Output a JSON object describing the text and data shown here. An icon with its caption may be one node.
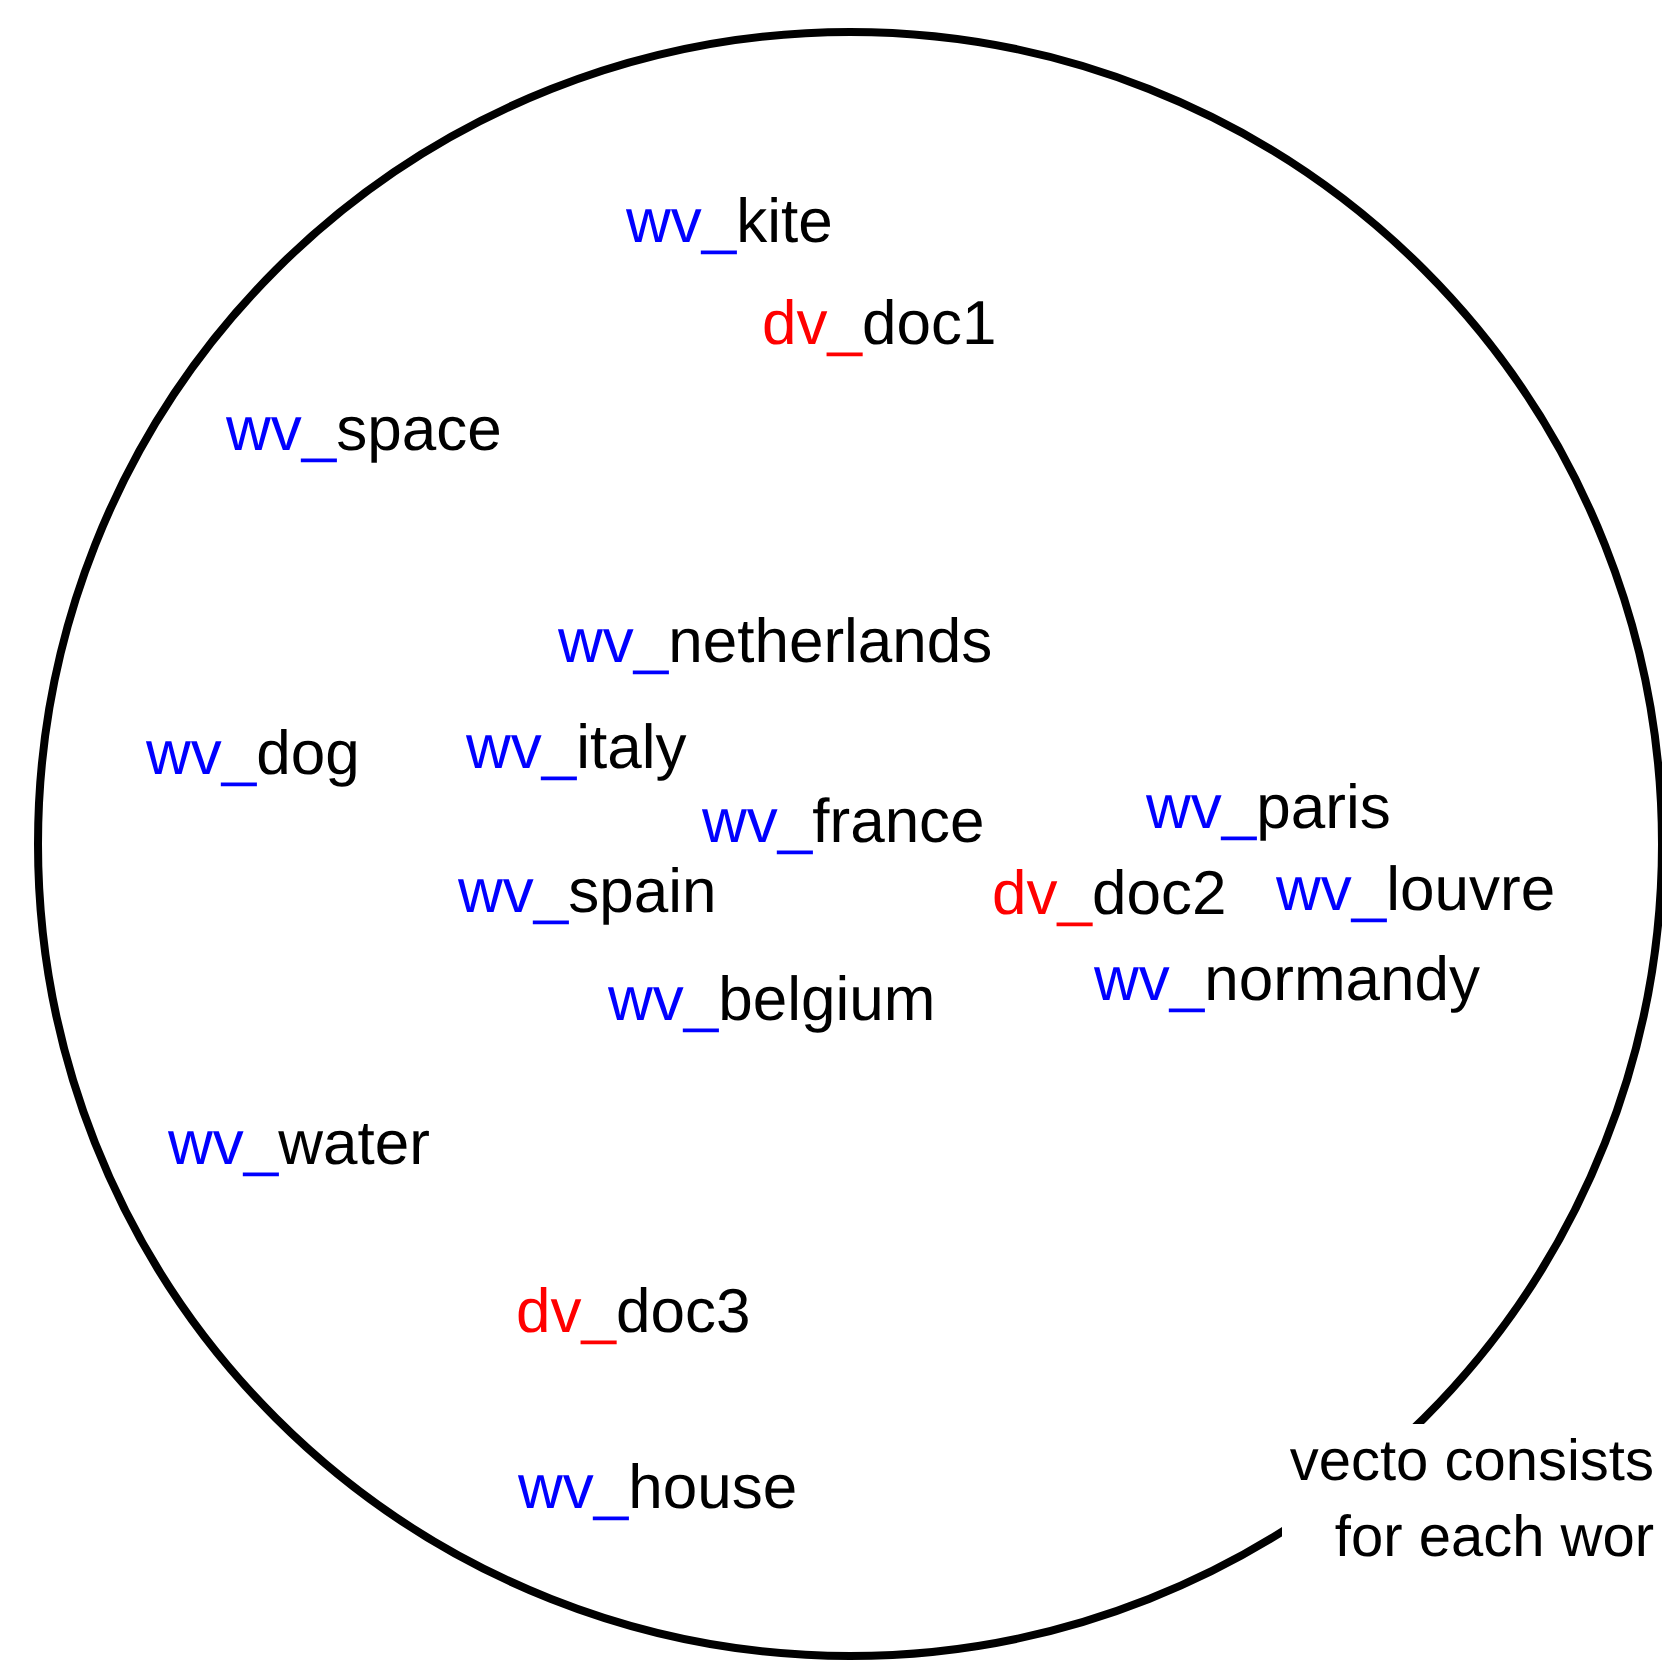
{
  "diagram": {
    "labels": [
      "wv_kite",
      "dv_doc1",
      "wv_space",
      "wv_netherlands",
      "wv_dog",
      "wv_italy",
      "wv_france",
      "wv_paris",
      "wv_spain",
      "dv_doc2",
      "wv_louvre",
      "wv_belgium",
      "wv_normandy",
      "wv_water",
      "dv_doc3",
      "wv_house",
      "vecto consists for each wor"
    ]
  }
}
